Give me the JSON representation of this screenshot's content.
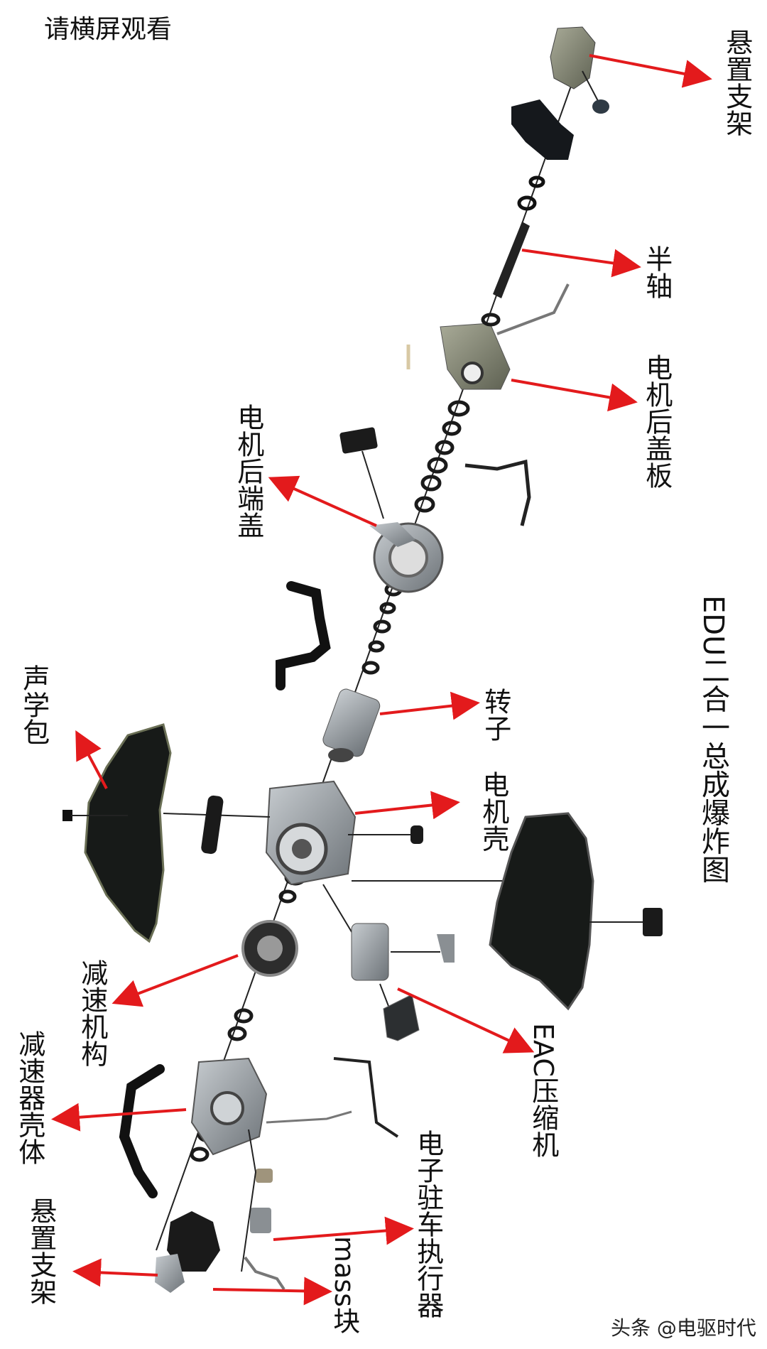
{
  "top_note": "请横屏观看",
  "title": "EDU二合一总成爆炸图",
  "labels": {
    "mount_top": "悬置支架",
    "half_shaft": "半轴",
    "rear_cover_plate": "电机后盖板",
    "rear_end_cover": "电机后端盖",
    "rotor": "转子",
    "motor_housing": "电机壳",
    "acoustic_pack": "声学包",
    "reduction_mechanism": "减速机构",
    "reducer_housing": "减速器壳体",
    "mount_bottom": "悬置支架",
    "eac_compressor": "EAC压缩机",
    "epb_actuator": "电子驻车执行器",
    "mass_block": "mass块"
  },
  "watermark": "头条 @电驱时代",
  "colors": {
    "arrow": "#e31a1c",
    "metal": "#8e9499",
    "dark_part": "#1a1a1a"
  }
}
